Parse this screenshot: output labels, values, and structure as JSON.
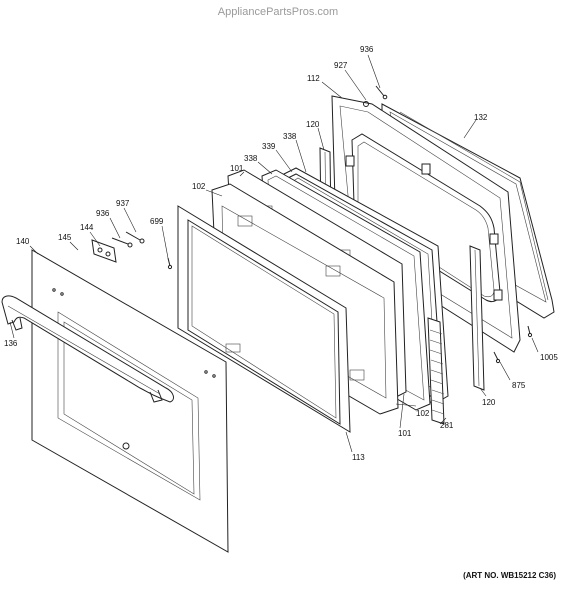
{
  "watermark": "AppliancePartsPros.com",
  "art_number": "(ART NO. WB15212 C36)",
  "callouts": {
    "c936a": "936",
    "c927": "927",
    "c112": "112",
    "c132": "132",
    "c120a": "120",
    "c338a": "338",
    "c339": "339",
    "c338b": "338",
    "c101a": "101",
    "c102a": "102",
    "c937": "937",
    "c936b": "936",
    "c699": "699",
    "c144": "144",
    "c145": "145",
    "c140": "140",
    "c136": "136",
    "c1005": "1005",
    "c875": "875",
    "c120b": "120",
    "c281": "281",
    "c102b": "102",
    "c101b": "101",
    "c113": "113"
  }
}
